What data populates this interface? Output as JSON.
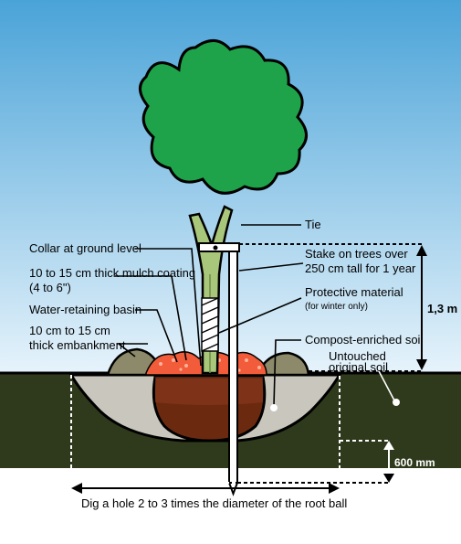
{
  "colors": {
    "sky_top": "#4aa3d8",
    "sky_bottom": "#e6f3fb",
    "ground": "#2f3a1c",
    "soil_band": "#ffffff",
    "canopy": "#1fa34a",
    "trunk": "#a9c77a",
    "root_ball": "#6b2a10",
    "mulch": "#f25c3a",
    "basin": "#c9c6bd",
    "embankment": "#8c8a6a",
    "stake": "#ffffff"
  },
  "labels": {
    "tie": "Tie",
    "collar": "Collar at ground level",
    "mulch_line1": "10 to 15 cm thick mulch coating",
    "mulch_line2": "(4 to 6\")",
    "basin": "Water-retaining basin",
    "embankment_line1": "10 cm to 15 cm",
    "embankment_line2": "thick embankment",
    "stake_line1": "Stake on trees over",
    "stake_line2": "250 cm tall for 1 year",
    "protective_line1": "Protective material",
    "protective_line2": "(for winter only)",
    "compost": "Compost-enriched soil",
    "untouched_line1": "Untouched",
    "untouched_line2": "original soil",
    "height": "1,3 m",
    "depth": "600 mm",
    "hole": "Dig a hole 2 to 3 times the diameter of the root ball"
  }
}
